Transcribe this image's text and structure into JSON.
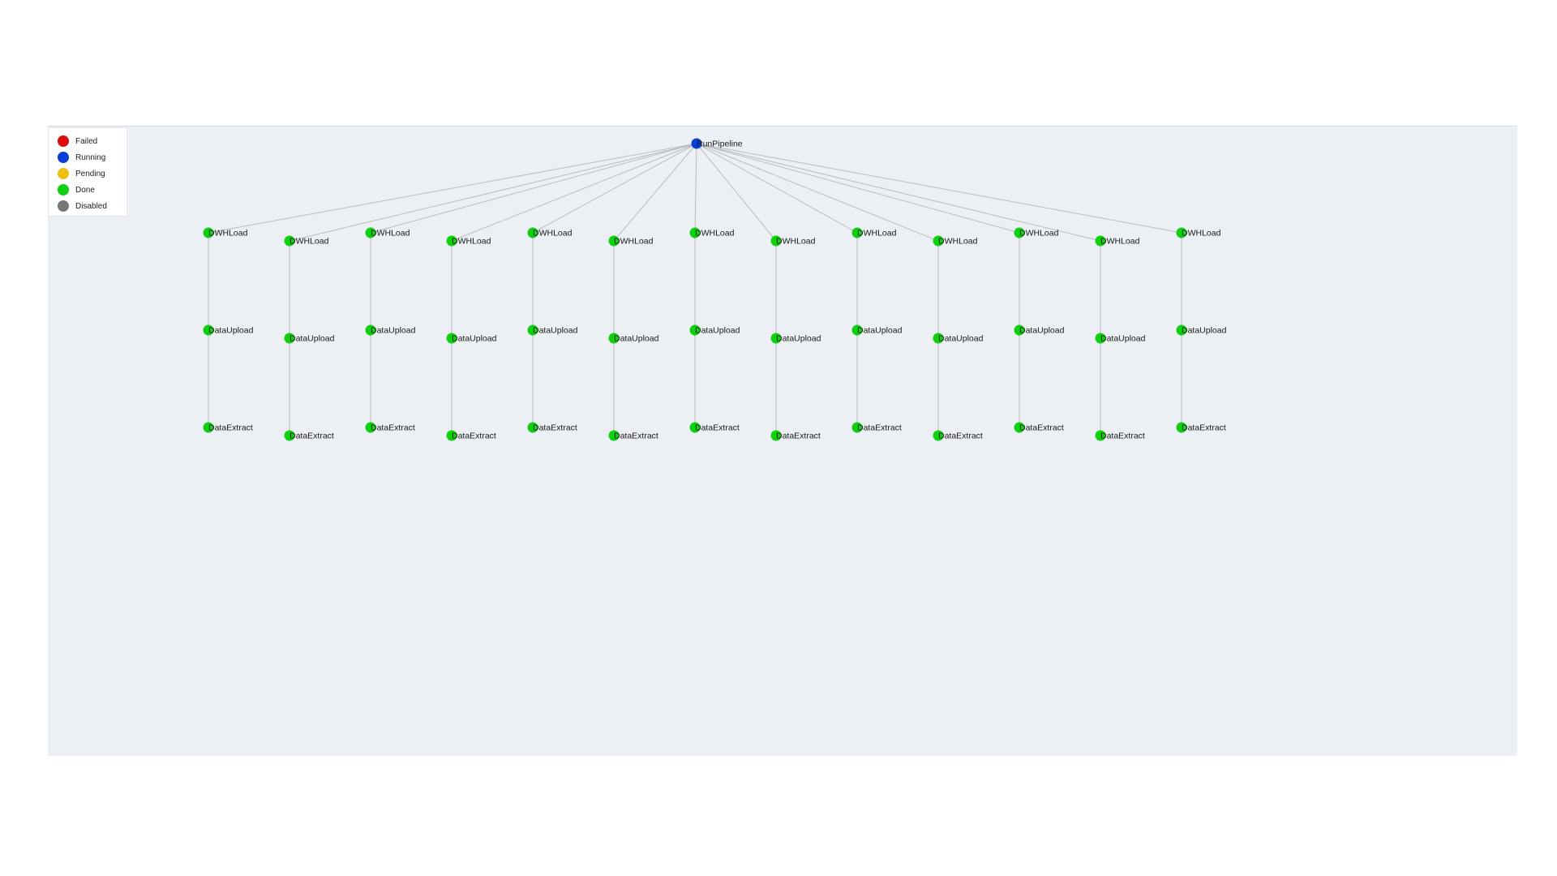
{
  "legend": {
    "items": [
      {
        "label": "Failed",
        "color": "#dd0b0b"
      },
      {
        "label": "Running",
        "color": "#0a3fd6"
      },
      {
        "label": "Pending",
        "color": "#f0c010"
      },
      {
        "label": "Done",
        "color": "#10d010"
      },
      {
        "label": "Disabled",
        "color": "#777777"
      }
    ]
  },
  "graph": {
    "root": {
      "label": "RunPipeline",
      "status": "Running"
    },
    "branches": [
      {
        "nodes": [
          {
            "label": "DWHLoad",
            "status": "Done"
          },
          {
            "label": "DataUpload",
            "status": "Done"
          },
          {
            "label": "DataExtract",
            "status": "Done"
          }
        ]
      },
      {
        "nodes": [
          {
            "label": "DWHLoad",
            "status": "Done"
          },
          {
            "label": "DataUpload",
            "status": "Done"
          },
          {
            "label": "DataExtract",
            "status": "Done"
          }
        ]
      },
      {
        "nodes": [
          {
            "label": "DWHLoad",
            "status": "Done"
          },
          {
            "label": "DataUpload",
            "status": "Done"
          },
          {
            "label": "DataExtract",
            "status": "Done"
          }
        ]
      },
      {
        "nodes": [
          {
            "label": "DWHLoad",
            "status": "Done"
          },
          {
            "label": "DataUpload",
            "status": "Done"
          },
          {
            "label": "DataExtract",
            "status": "Done"
          }
        ]
      },
      {
        "nodes": [
          {
            "label": "DWHLoad",
            "status": "Done"
          },
          {
            "label": "DataUpload",
            "status": "Done"
          },
          {
            "label": "DataExtract",
            "status": "Done"
          }
        ]
      },
      {
        "nodes": [
          {
            "label": "DWHLoad",
            "status": "Done"
          },
          {
            "label": "DataUpload",
            "status": "Done"
          },
          {
            "label": "DataExtract",
            "status": "Done"
          }
        ]
      },
      {
        "nodes": [
          {
            "label": "DWHLoad",
            "status": "Done"
          },
          {
            "label": "DataUpload",
            "status": "Done"
          },
          {
            "label": "DataExtract",
            "status": "Done"
          }
        ]
      },
      {
        "nodes": [
          {
            "label": "DWHLoad",
            "status": "Done"
          },
          {
            "label": "DataUpload",
            "status": "Done"
          },
          {
            "label": "DataExtract",
            "status": "Done"
          }
        ]
      },
      {
        "nodes": [
          {
            "label": "DWHLoad",
            "status": "Done"
          },
          {
            "label": "DataUpload",
            "status": "Done"
          },
          {
            "label": "DataExtract",
            "status": "Done"
          }
        ]
      },
      {
        "nodes": [
          {
            "label": "DWHLoad",
            "status": "Done"
          },
          {
            "label": "DataUpload",
            "status": "Done"
          },
          {
            "label": "DataExtract",
            "status": "Done"
          }
        ]
      },
      {
        "nodes": [
          {
            "label": "DWHLoad",
            "status": "Done"
          },
          {
            "label": "DataUpload",
            "status": "Done"
          },
          {
            "label": "DataExtract",
            "status": "Done"
          }
        ]
      },
      {
        "nodes": [
          {
            "label": "DWHLoad",
            "status": "Done"
          },
          {
            "label": "DataUpload",
            "status": "Done"
          },
          {
            "label": "DataExtract",
            "status": "Done"
          }
        ]
      },
      {
        "nodes": [
          {
            "label": "DWHLoad",
            "status": "Done"
          },
          {
            "label": "DataUpload",
            "status": "Done"
          },
          {
            "label": "DataExtract",
            "status": "Done"
          }
        ]
      }
    ]
  }
}
